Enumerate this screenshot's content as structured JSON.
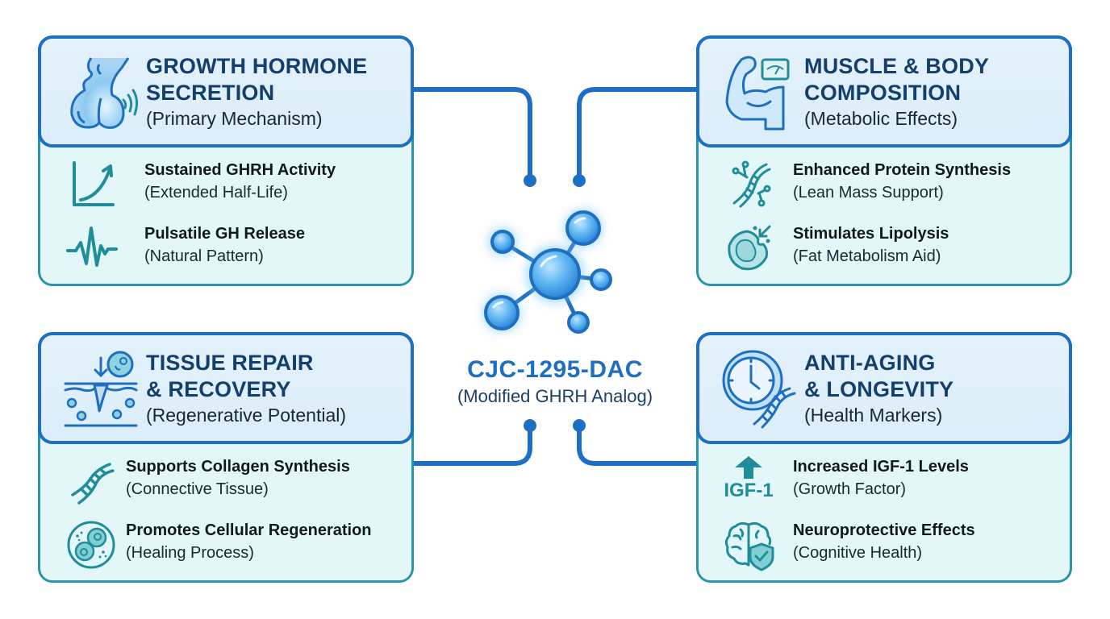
{
  "center": {
    "title": "CJC-1295-DAC",
    "subtitle": "(Modified GHRH Analog)",
    "icon": "molecule-icon"
  },
  "colors": {
    "header_border": "#1d6fc4",
    "card_border": "#2a94a8",
    "header_bg": "#dbeef9",
    "card_bg": "#e4f7f8",
    "title_text": "#123f6b",
    "center_title": "#1e6fc0",
    "icon_teal": "#1f8d9a",
    "connector": "#1d6fc4"
  },
  "cards": [
    {
      "id": "growth-hormone",
      "title": "GROWTH HORMONE\nSECRETION",
      "subtitle": "(Primary Mechanism)",
      "icon": "pituitary-gland-icon",
      "items": [
        {
          "title": "Sustained GHRH Activity",
          "subtitle": "(Extended Half-Life)",
          "icon": "rising-curve-chart-icon"
        },
        {
          "title": "Pulsatile GH Release",
          "subtitle": "(Natural Pattern)",
          "icon": "pulse-wave-icon"
        }
      ]
    },
    {
      "id": "muscle-body",
      "title": "MUSCLE & BODY\nCOMPOSITION",
      "subtitle": "(Metabolic Effects)",
      "icon": "flexed-arm-scale-icon",
      "items": [
        {
          "title": "Enhanced Protein Synthesis",
          "subtitle": "(Lean Mass Support)",
          "icon": "dna-molecule-icon"
        },
        {
          "title": "Stimulates Lipolysis",
          "subtitle": "(Fat Metabolism Aid)",
          "icon": "fat-cell-icon"
        }
      ]
    },
    {
      "id": "tissue-repair",
      "title": "TISSUE REPAIR\n& RECOVERY",
      "subtitle": "(Regenerative Potential)",
      "icon": "skin-wound-healing-icon",
      "items": [
        {
          "title": "Supports Collagen Synthesis",
          "subtitle": "(Connective Tissue)",
          "icon": "dna-helix-icon"
        },
        {
          "title": "Promotes Cellular Regeneration",
          "subtitle": "(Healing Process)",
          "icon": "dividing-cell-icon"
        }
      ]
    },
    {
      "id": "anti-aging",
      "title": "ANTI-AGING\n& LONGEVITY",
      "subtitle": "(Health Markers)",
      "icon": "clock-dna-icon",
      "items": [
        {
          "title": "Increased IGF-1 Levels",
          "subtitle": "(Growth Factor)",
          "icon": "up-arrow-icon",
          "badge": "IGF-1"
        },
        {
          "title": "Neuroprotective Effects",
          "subtitle": "(Cognitive Health)",
          "icon": "brain-shield-icon"
        }
      ]
    }
  ]
}
